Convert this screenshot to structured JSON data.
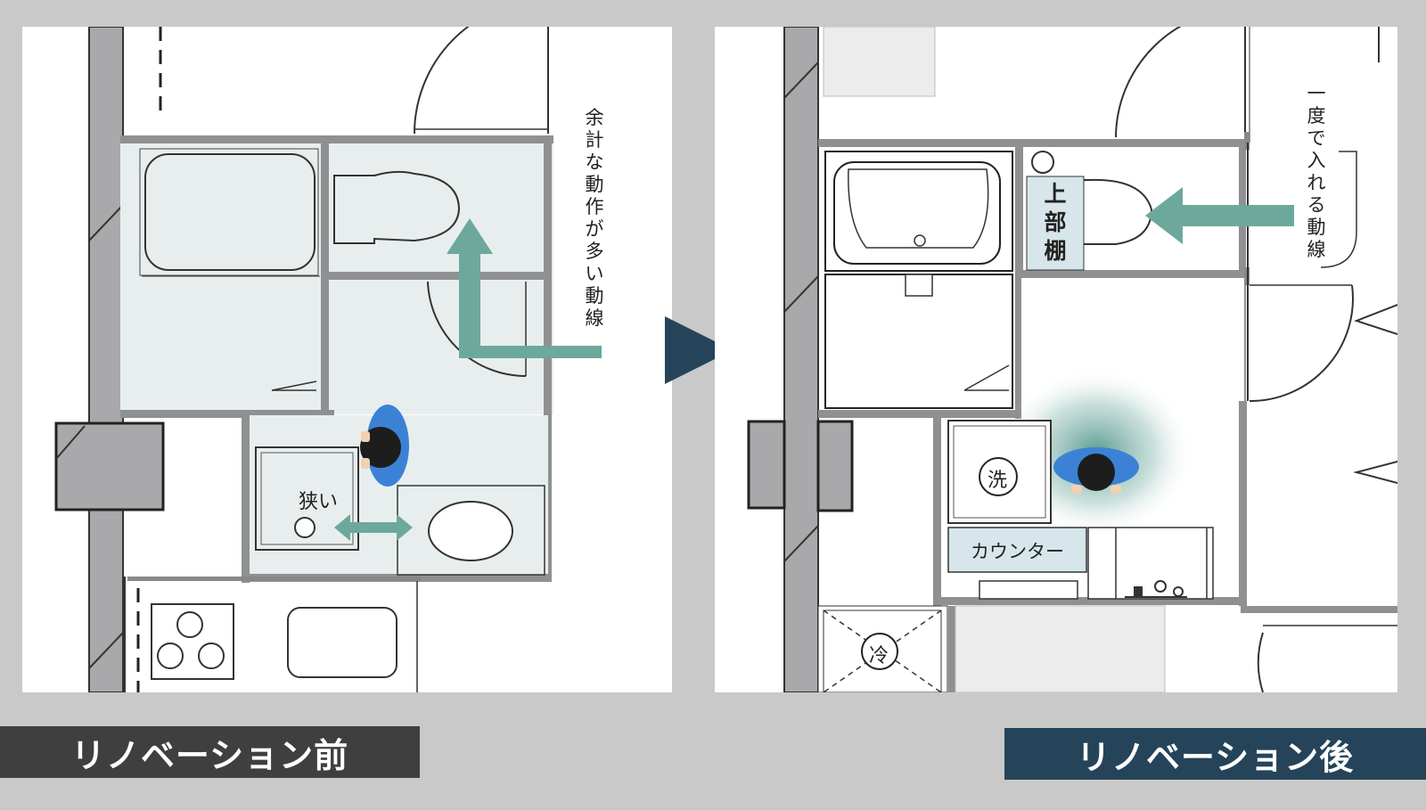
{
  "before": {
    "label": "リノベーション前",
    "annotation": [
      "余",
      "計",
      "な",
      "動",
      "作",
      "が",
      "多",
      "い",
      "動",
      "線"
    ],
    "narrow_label": "狭い"
  },
  "after": {
    "label": "リノベーション後",
    "annotation": [
      "一",
      "度",
      "で",
      "入",
      "れ",
      "る",
      "動",
      "線"
    ],
    "shelf_label": [
      "上",
      "部",
      "棚"
    ],
    "washer_symbol": "洗",
    "fridge_symbol": "冷",
    "counter_label": "カウンター"
  },
  "colors": {
    "background": "#c9c9c9",
    "wall": "#a9a9ab",
    "room_fill": "#e8eeee",
    "arrow_teal": "#6da89c",
    "person_blue": "#3b82d6",
    "transition_arrow": "#25445a",
    "before_label_bg": "#3f3f3f",
    "after_label_bg": "#25445a",
    "highlight_box": "#d6e6ea"
  }
}
